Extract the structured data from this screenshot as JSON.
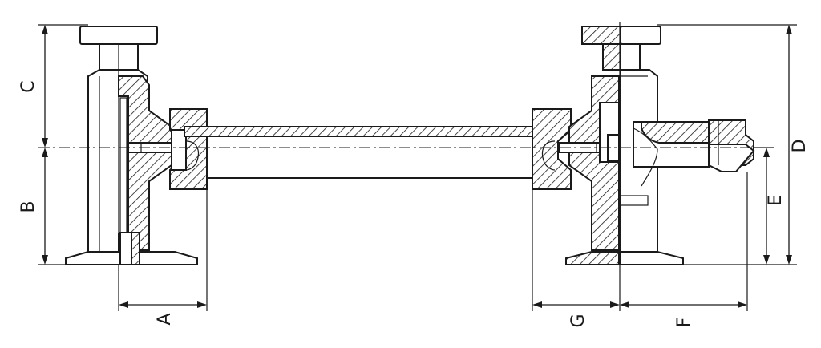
{
  "dimensions": {
    "A": "A",
    "B": "B",
    "C": "C",
    "D": "D",
    "E": "E",
    "F": "F",
    "G": "G"
  },
  "colors": {
    "line": "#1a1a1a",
    "background": "#ffffff"
  }
}
